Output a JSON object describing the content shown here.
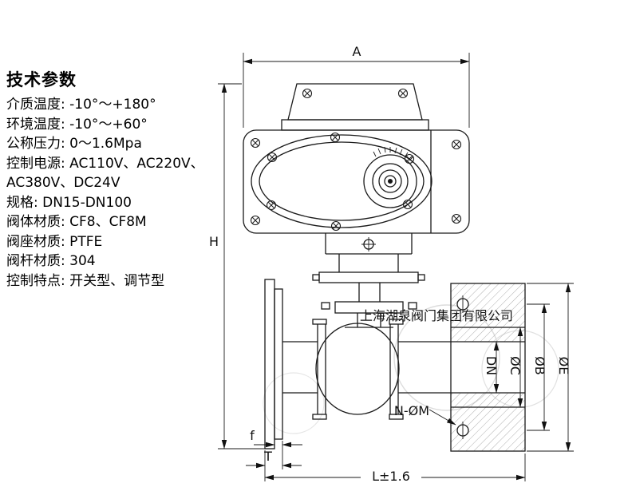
{
  "title": "技术参数",
  "specs": [
    "介质温度: -10°～+180°",
    "环境温度: -10°～+60°",
    "公称压力: 0～1.6Mpa",
    "控制电源: AC110V、AC220V、",
    "AC380V、DC24V",
    "规格: DN15-DN100",
    "阀体材质: CF8、CF8M",
    "阀座材质: PTFE",
    "阀杆材质: 304",
    "控制特点: 开关型、调节型"
  ],
  "dims": {
    "a": "A",
    "h": "H",
    "dn": "DN",
    "c": "ØC",
    "b": "ØB",
    "e": "ØE",
    "n_m": "N-ØM",
    "f": "f",
    "t": "T",
    "l": "L±1.6"
  },
  "watermark": "上海湖泉阀门集团有限公司",
  "colors": {
    "line": "#1a1a1a",
    "watermark": "#a8a8a8",
    "background": "#ffffff"
  }
}
